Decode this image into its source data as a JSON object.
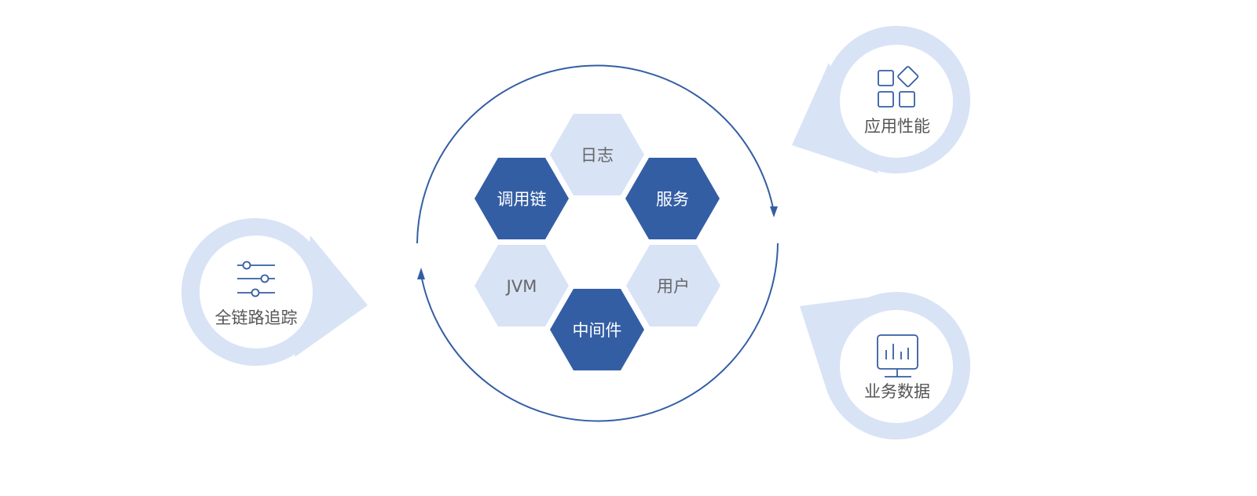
{
  "colors": {
    "primary": "#345ea4",
    "light": "#d8e3f6",
    "ring": "#345ea4",
    "label": "#666666"
  },
  "hexagons": [
    {
      "id": "log",
      "label": "日志",
      "style": "light"
    },
    {
      "id": "call-chain",
      "label": "调用链",
      "style": "dark"
    },
    {
      "id": "service",
      "label": "服务",
      "style": "dark"
    },
    {
      "id": "jvm",
      "label": "JVM",
      "style": "light"
    },
    {
      "id": "user",
      "label": "用户",
      "style": "light"
    },
    {
      "id": "middleware",
      "label": "中间件",
      "style": "dark"
    }
  ],
  "badges": {
    "tracing": {
      "label": "全链路追踪",
      "icon": "sliders-icon"
    },
    "app_performance": {
      "label": "应用性能",
      "icon": "apps-grid-icon"
    },
    "business_data": {
      "label": "业务数据",
      "icon": "monitor-chart-icon"
    }
  }
}
